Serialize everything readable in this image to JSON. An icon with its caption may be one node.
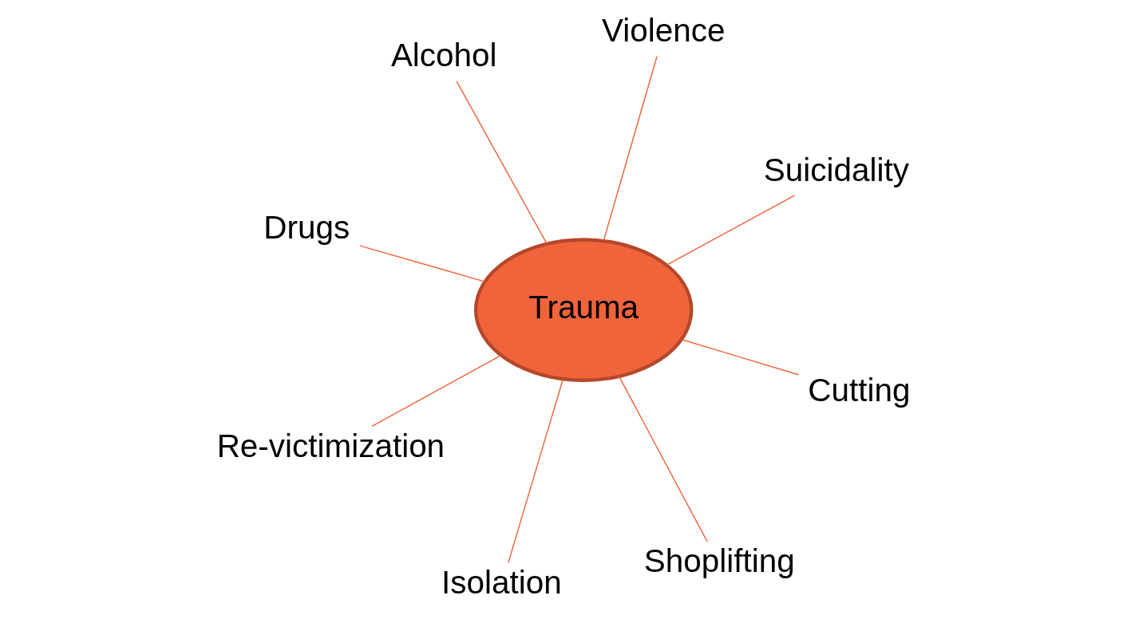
{
  "diagram": {
    "nodes": [
      {
        "text": [
          "Drugs"
        ]
      },
      {
        "text": [
          "Suicidality"
        ]
      },
      {
        "text": [
          "Shoplifting"
        ]
      },
      {
        "text": [
          "Violence"
        ]
      },
      {
        "text": [
          "Trauma"
        ]
      },
      {
        "text": [
          "Alcohol"
        ]
      },
      {
        "text": [
          "Re-victimization"
        ]
      },
      {
        "text": [
          "Cutting"
        ]
      },
      {
        "text": [
          "Isolation"
        ]
      }
    ],
    "edges": [
      {
        "from": 4,
        "to": 0,
        "arrow": "none"
      },
      {
        "from": 4,
        "to": 1,
        "arrow": "none"
      },
      {
        "from": 4,
        "to": 2,
        "arrow": "none"
      },
      {
        "from": 4,
        "to": 3,
        "arrow": "none"
      },
      {
        "from": 4,
        "to": 5,
        "arrow": "none"
      },
      {
        "from": 4,
        "to": 6,
        "arrow": "none"
      },
      {
        "from": 4,
        "to": 7,
        "arrow": "none"
      },
      {
        "from": 4,
        "to": 8,
        "arrow": "none"
      }
    ]
  }
}
